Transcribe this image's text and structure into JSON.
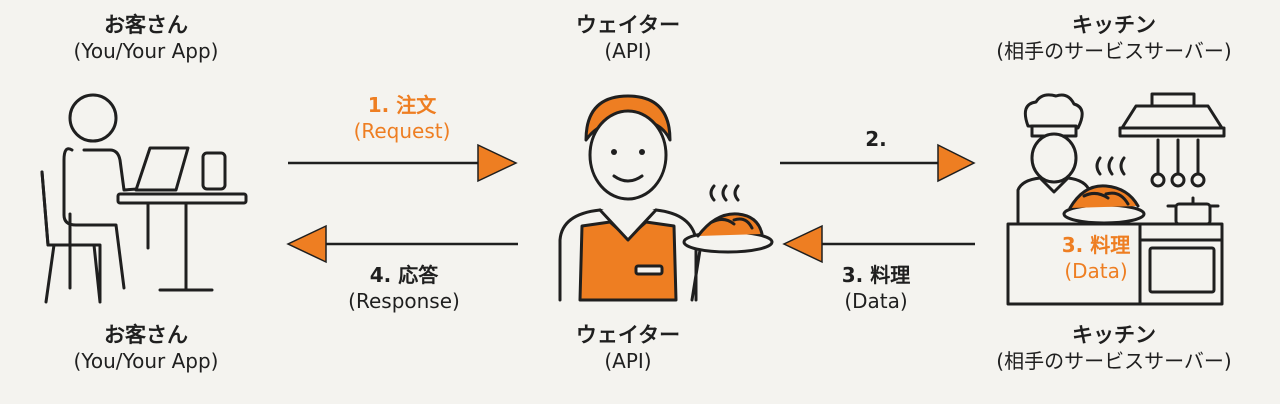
{
  "customer": {
    "title": "お客さん",
    "subtitle": "(You/Your App)"
  },
  "waiter": {
    "title": "ウェイター",
    "subtitle": "(API)"
  },
  "kitchen": {
    "title": "キッチン",
    "subtitle": "(相手のサービスサーバー)"
  },
  "steps": {
    "request": {
      "title": "1. 注文",
      "subtitle": "(Request)"
    },
    "pass": {
      "title": "2."
    },
    "cook": {
      "title": "3. 料理",
      "subtitle": "(Data)"
    },
    "response": {
      "title": "4. 応答",
      "subtitle": "(Response)"
    }
  },
  "kitchen_overlay": {
    "title": "3. 料理",
    "subtitle": "(Data)"
  },
  "colors": {
    "accent": "#ee7e22",
    "ink": "#1f1f1f",
    "background": "#f4f3ef"
  }
}
